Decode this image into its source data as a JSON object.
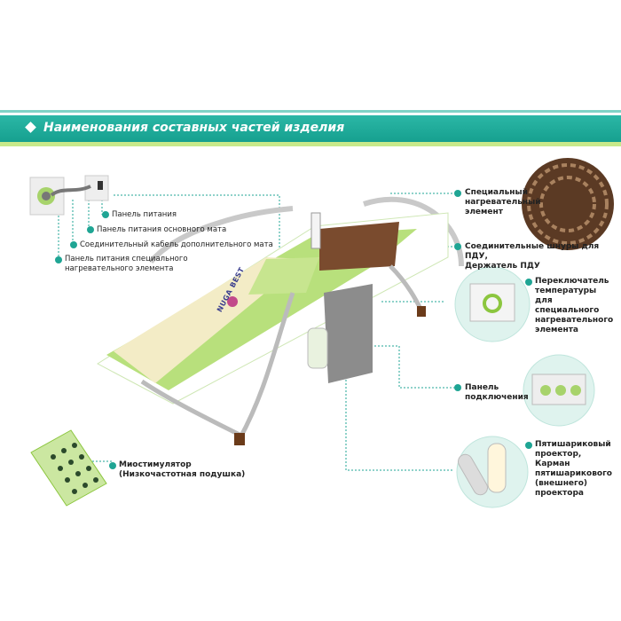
{
  "header": {
    "title": "Наименования составных частей изделия",
    "accent": "#1aa897"
  },
  "labels": {
    "power_panel": "Панель питания",
    "main_mat_power": "Панель питания основного мата",
    "extra_mat_cable": "Соединительный кабель дополнительного мата",
    "special_heater_power": [
      "Панель питания специального",
      "нагревательного элемента"
    ],
    "special_heater": [
      "Специальный",
      "нагревательный",
      "элемент"
    ],
    "remote_cords": [
      "Соединительные шнуры для ПДУ,",
      "Держатель ПДУ"
    ],
    "temp_switch": [
      "Переключатель",
      "температуры",
      "для",
      "специального",
      "нагревательного",
      "элемента"
    ],
    "connection_panel": [
      "Панель",
      "подключения"
    ],
    "projector": [
      "Пятишариковый",
      "проектор,",
      "Карман",
      "пятишарикового",
      "(внешнего)",
      "проектора"
    ],
    "myostimulator": [
      "Миостимулятор",
      "(Низкочастотная подушка)"
    ]
  },
  "brand_text": "NUGA BEST"
}
